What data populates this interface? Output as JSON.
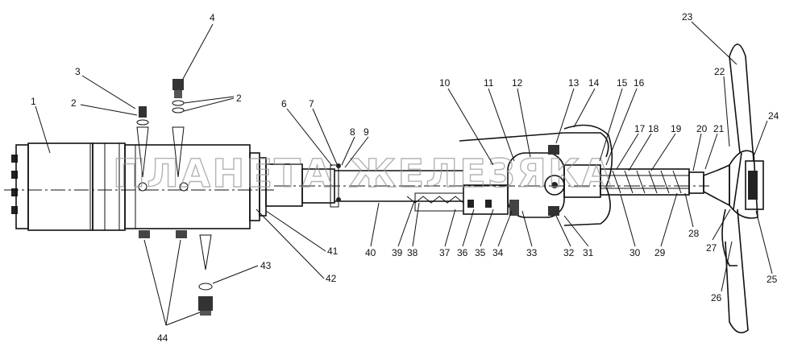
{
  "diagram": {
    "watermark": "ПЛАНЕТА ЖЕЛЕЗЯКА",
    "labels": [
      "1",
      "2",
      "2",
      "3",
      "4",
      "6",
      "7",
      "8",
      "9",
      "10",
      "11",
      "12",
      "13",
      "14",
      "15",
      "16",
      "17",
      "18",
      "19",
      "20",
      "21",
      "22",
      "23",
      "24",
      "25",
      "26",
      "27",
      "28",
      "29",
      "30",
      "31",
      "32",
      "33",
      "34",
      "35",
      "36",
      "37",
      "38",
      "39",
      "40",
      "41",
      "42",
      "43",
      "44"
    ]
  }
}
